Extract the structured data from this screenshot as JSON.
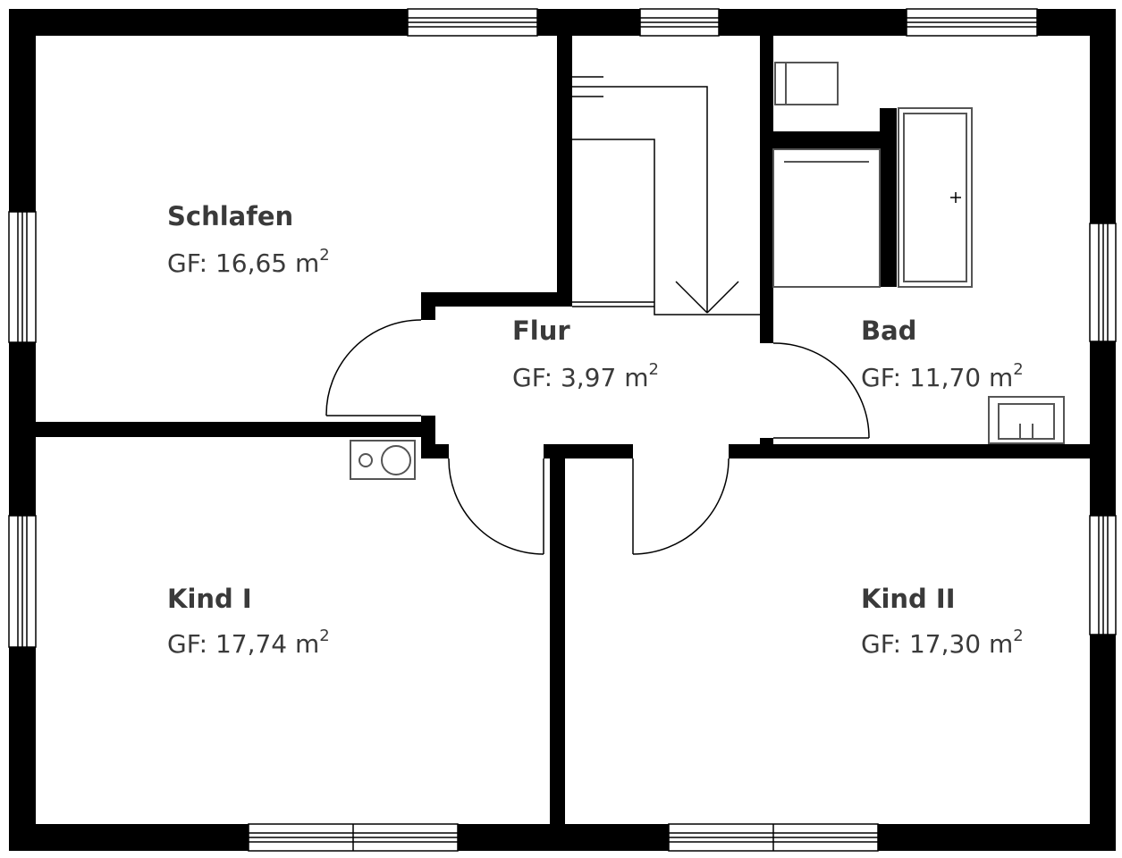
{
  "rooms": {
    "schlafen": {
      "name": "Schlafen",
      "area_prefix": "GF: 16,65 m",
      "area_unit_exp": "2"
    },
    "flur": {
      "name": "Flur",
      "area_prefix": "GF: 3,97 m",
      "area_unit_exp": "2"
    },
    "bad": {
      "name": "Bad",
      "area_prefix": "GF: 11,70 m",
      "area_unit_exp": "2"
    },
    "kind1": {
      "name": "Kind I",
      "area_prefix": "GF: 17,74 m",
      "area_unit_exp": "2"
    },
    "kind2": {
      "name": "Kind II",
      "area_prefix": "GF: 17,30 m",
      "area_unit_exp": "2"
    }
  },
  "colors": {
    "wall": "#000000",
    "label": "#3a3a3a",
    "fixture": "#555555"
  }
}
